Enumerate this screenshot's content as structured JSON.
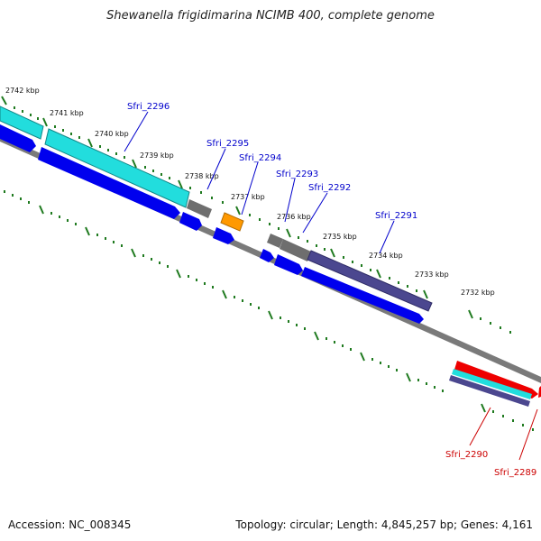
{
  "title": "Shewanella frigidimarina NCIMB 400, complete genome",
  "footer": {
    "accession": "Accession: NC_008345",
    "summary": "Topology: circular; Length: 4,845,257 bp; Genes: 4,161"
  },
  "colors": {
    "backbone": "#7a7a7a",
    "tick": "#1f7a1f",
    "blue": "#0000ee",
    "cyan": "#22dddd",
    "gray": "#6e6e6e",
    "orange": "#ff9900",
    "navy": "#4b478f",
    "red": "#ee0000",
    "label_blue": "#0000cc",
    "label_red": "#cc0000"
  },
  "kbp_labels": [
    "2742 kbp",
    "2741 kbp",
    "2740 kbp",
    "2739 kbp",
    "2738 kbp",
    "2737 kbp",
    "2736 kbp",
    "2735 kbp",
    "2734 kbp",
    "2733 kbp",
    "2732 kbp"
  ],
  "gene_labels": [
    "Sfri_2296",
    "Sfri_2295",
    "Sfri_2294",
    "Sfri_2293",
    "Sfri_2292",
    "Sfri_2291",
    "Sfri_2290",
    "Sfri_2289"
  ]
}
